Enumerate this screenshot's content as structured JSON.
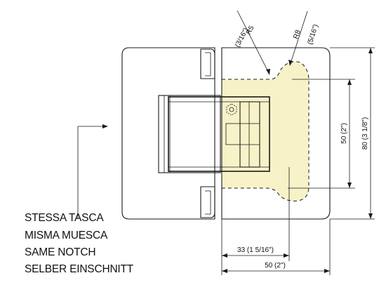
{
  "colors": {
    "notch_fill": "#f8f2c8",
    "line": "#1a1a1a",
    "background": "#ffffff"
  },
  "icons": {
    "hex_screw": "hex-screw-icon"
  },
  "labels": {
    "notch_lines": [
      "STESSA TASCA",
      "MISMA MUESCA",
      "SAME NOTCH",
      "SELBER EINSCHNITT"
    ],
    "radius_small": "R5",
    "radius_small_imperial": "(3/16\")",
    "radius_large": "R8",
    "radius_large_imperial": "(5/16\")",
    "height_inner": "50 (2\")",
    "height_outer": "80 (3  1/8\")",
    "width_offset": "33 (1  5/16\")",
    "width_total": "50 (2\")"
  }
}
